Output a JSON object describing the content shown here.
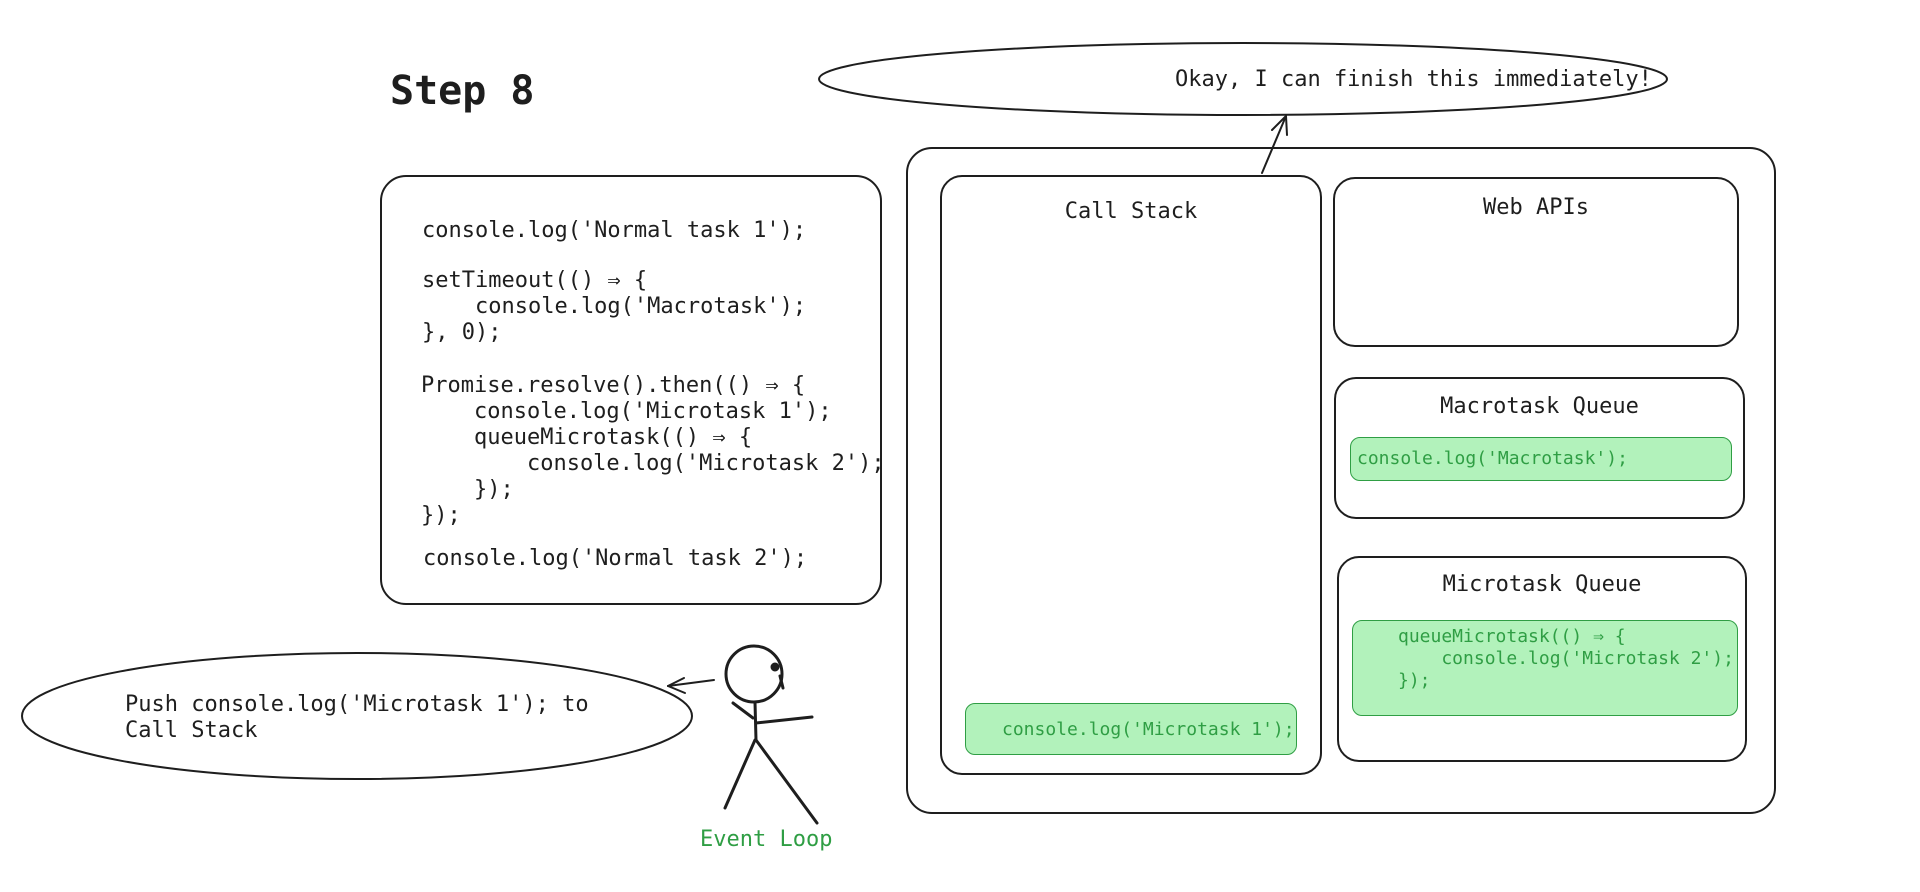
{
  "step_title": "Step 8",
  "source_code": {
    "line1": "console.log('Normal task 1');",
    "block_timeout": "setTimeout(() ⇒ {\n    console.log('Macrotask');\n}, 0);",
    "block_promise": "Promise.resolve().then(() ⇒ {\n    console.log('Microtask 1');\n    queueMicrotask(() ⇒ {\n        console.log('Microtask 2');\n    });\n});",
    "line_last": "console.log('Normal task 2');"
  },
  "call_stack": {
    "title": "Call Stack",
    "items": [
      "console.log('Microtask 1');"
    ]
  },
  "web_apis": {
    "title": "Web APIs"
  },
  "macrotask_queue": {
    "title": "Macrotask Queue",
    "items": [
      "console.log('Macrotask');"
    ]
  },
  "microtask_queue": {
    "title": "Microtask Queue",
    "items": [
      "queueMicrotask(() ⇒ {\n    console.log('Microtask 2');\n});"
    ]
  },
  "speech_top": "Okay, I can finish this immediately!",
  "speech_left": "Push console.log('Microtask 1'); to\nCall Stack",
  "event_loop_label": "Event Loop",
  "colors": {
    "stroke": "#1e1e1e",
    "green_fill": "#b2f2bb",
    "green_text": "#2f9e44"
  }
}
